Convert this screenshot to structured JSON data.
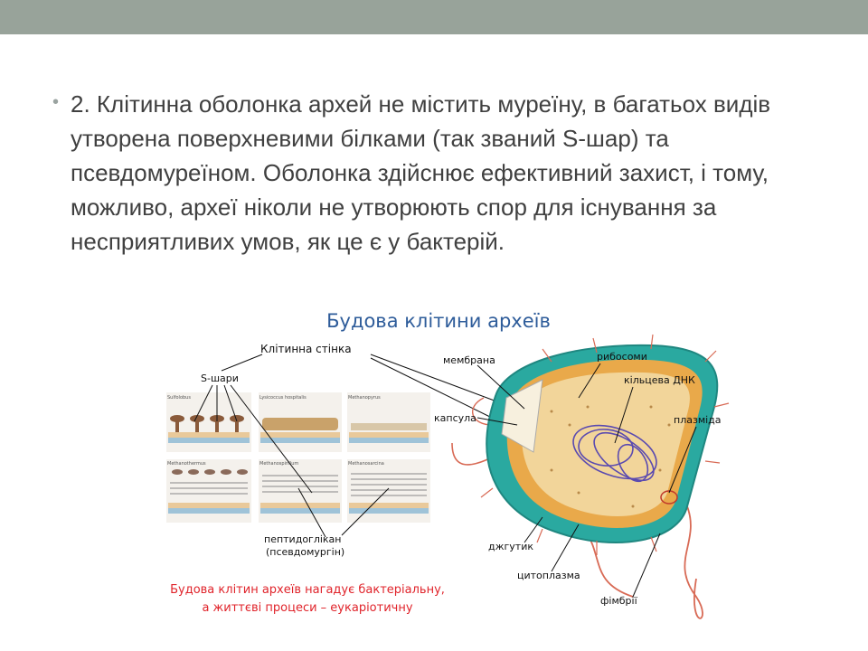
{
  "slide": {
    "bullet_symbol": "•",
    "paragraph": "2. Клітинна оболонка архей не містить муреїну, в багатьох видів утворена поверхневими білками (так званий S-шар) та псевдомуреїном. Оболонка здійснює ефективний захист, і тому, можливо, археї ніколи не утворюють спор для існування за несприятливих умов, як це є у бактерій."
  },
  "figure": {
    "title": "Будова клітини археїв",
    "label_wall": "Клітинна стінка",
    "label_slayers": "S-шари",
    "label_pg1": "пептидоглікан",
    "label_pg2": "(псевдомургін)",
    "label_membrane": "мембрана",
    "label_ribosomes": "рибосоми",
    "label_dna": "кільцева ДНК",
    "label_plasmid": "плазміда",
    "label_capsule": "капсула",
    "label_flagellum": "джгутик",
    "label_cytoplasm": "цитоплазма",
    "label_fimbriae": "фімбрії",
    "panels": [
      "Sulfolobus",
      "Lysicoccus hospitalis",
      "Methanopyrus",
      "Methanothermus",
      "Methanospirillum",
      "Methanosarcina"
    ],
    "caption1": "Будова клітин археїв нагадує бактеріальну,",
    "caption2": "а життєві процеси – еукаріотичну",
    "colors": {
      "title": "#2e5c9a",
      "caption": "#e0242b",
      "cell_outer": "#2aa9a0",
      "cell_inner": "#f2d59a",
      "dna": "#5a4ab0"
    }
  }
}
